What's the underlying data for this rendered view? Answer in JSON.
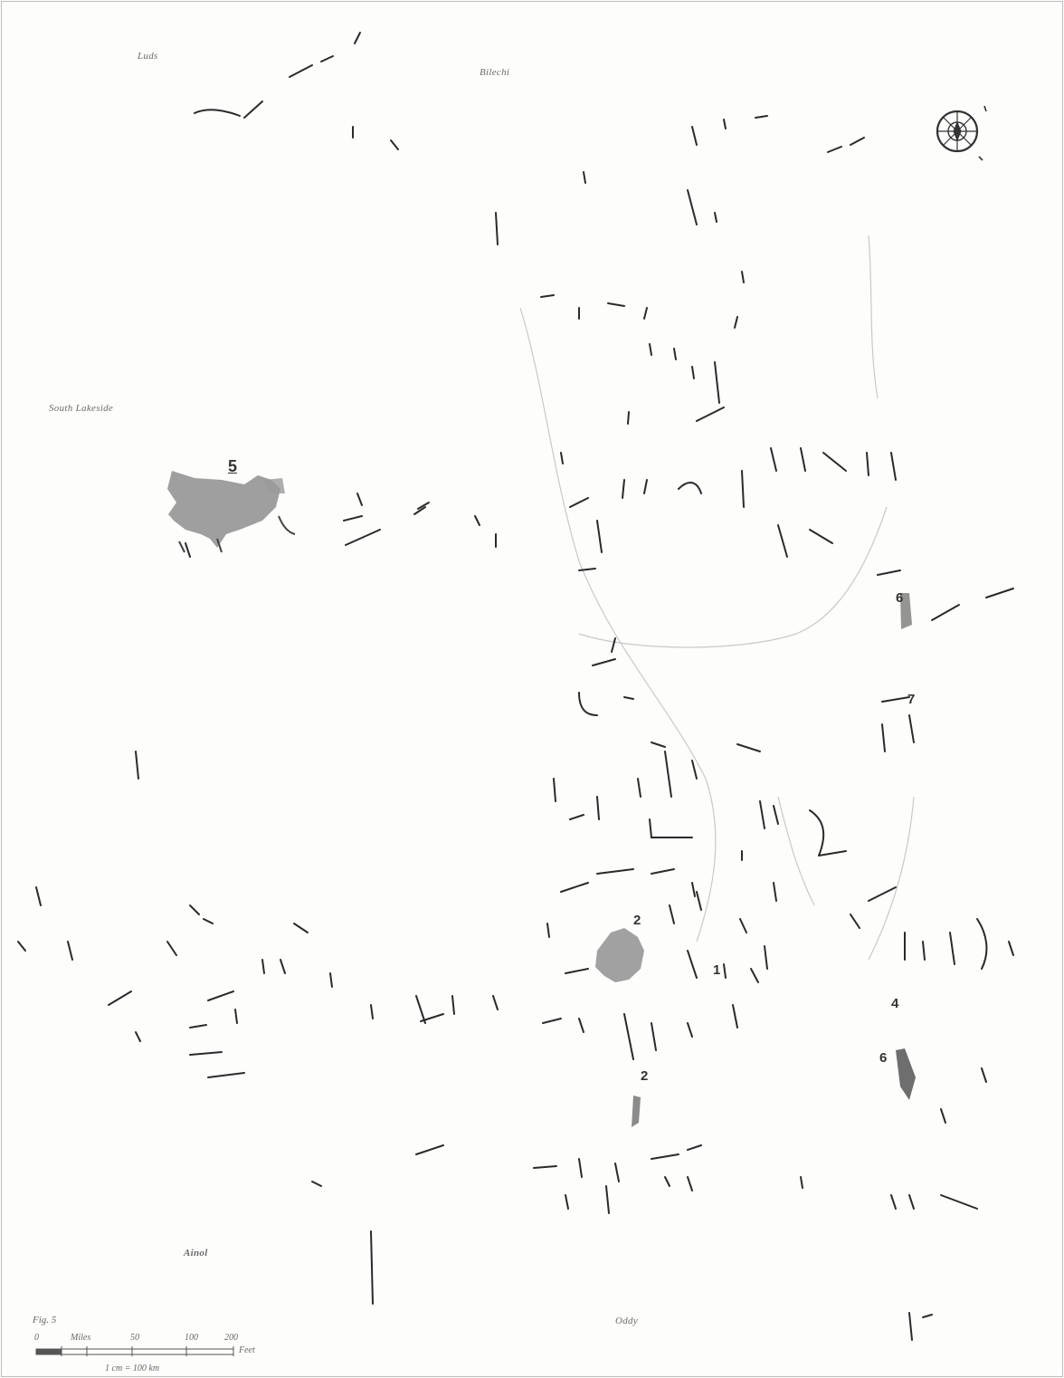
{
  "place_labels": {
    "top_left": "Luds",
    "top_center": "Bilechi",
    "west": "South Lakeside",
    "south_left": "Ainol",
    "south_center": "Oddy"
  },
  "area_numbers": {
    "west_area": "5",
    "east_area_a": "6",
    "east_area_b": "7",
    "central_area_a": "2",
    "central_area_b": "2",
    "central_area_c": "1",
    "south_east_a": "4",
    "south_east_b": "6"
  },
  "legend": {
    "figure_label": "Fig. 5",
    "scale_ticks": [
      "0",
      "Miles",
      "50",
      "100",
      "200"
    ],
    "scale_unit": "Feet",
    "scale_ratio": "1 cm = 100 km"
  },
  "icons": {
    "compass": "compass-rose-icon"
  },
  "colors": {
    "background": "#fdfdfc",
    "shaded_area": "#8e8e8e",
    "line": "#2a2a2a"
  }
}
